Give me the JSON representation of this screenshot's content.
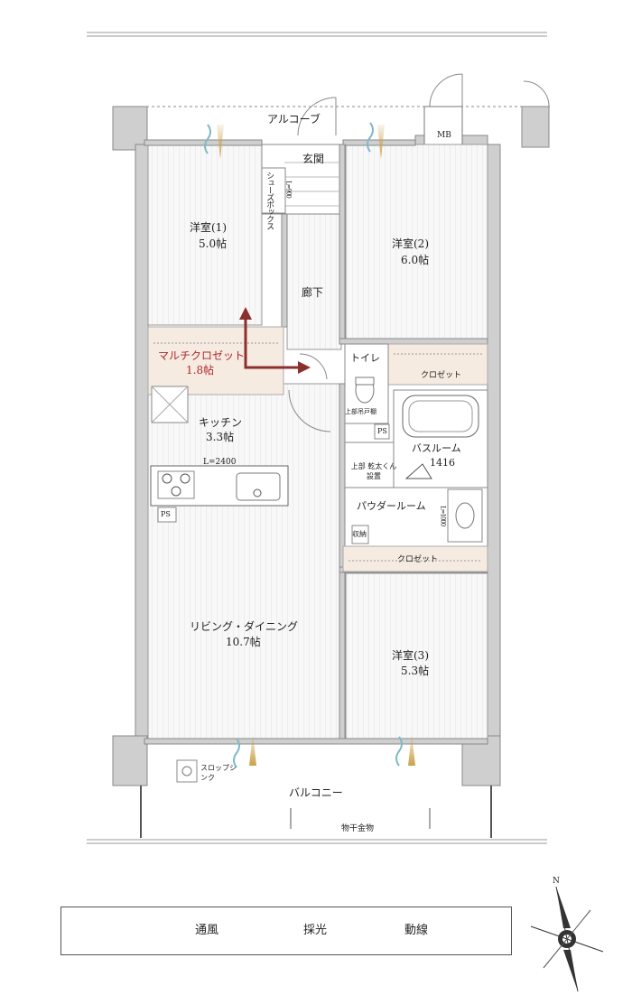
{
  "rooms": {
    "alcove": "アルコーブ",
    "entrance": "玄関",
    "shoebox": "シューズボックス",
    "shoebox_dim": "L=900",
    "western1_name": "洋室(1)",
    "western1_size": "5.0帖",
    "western2_name": "洋室(2)",
    "western2_size": "6.0帖",
    "corridor": "廊下",
    "multi_closet_name": "マルチクロゼット",
    "multi_closet_size": "1.8帖",
    "toilet": "トイレ",
    "toilet_cabinet": "上部吊戸棚",
    "closet_top": "クロゼット",
    "kitchen_name": "キッチン",
    "kitchen_size": "3.3帖",
    "kitchen_length": "L=2400",
    "bath_name": "バスルーム",
    "bath_size": "1416",
    "dryer": "上部 乾太くん設置",
    "powder": "パウダールーム",
    "powder_dim": "L=1000",
    "storage": "収納",
    "closet_bottom": "クロゼット",
    "ps1": "PS",
    "ps2": "PS",
    "ldk_name": "リビング・ダイニング",
    "ldk_size": "10.7帖",
    "western3_name": "洋室(3)",
    "western3_size": "5.3帖",
    "mb": "MB",
    "balcony": "バルコニー",
    "slop_sink": "スロップシンク",
    "drying_rack": "物干金物"
  },
  "legend": {
    "wind": "通風",
    "light": "採光",
    "flow": "動線"
  },
  "compass": {
    "north": "N"
  },
  "colors": {
    "wall": "#cfcfcf",
    "floor_stripe": "#e4e4e4",
    "closet_fill": "#f6ebe1",
    "flow_arrow": "#8b2f2f",
    "wind": "#7fb9c8",
    "light": "#c9a24a"
  }
}
